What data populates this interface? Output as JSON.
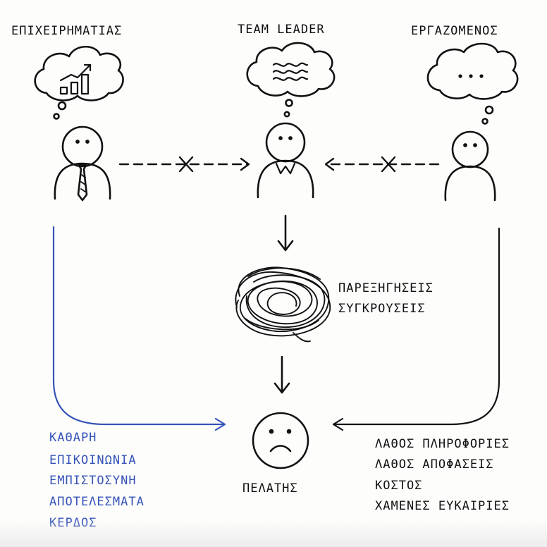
{
  "actors": {
    "entrepreneur": "ΕΠΙΧΕΙΡΗΜΑΤΙΑΣ",
    "team_leader": "TEAM LEADER",
    "employee": "ΕΡΓΑΖΟΜΕΝΟΣ"
  },
  "problem": {
    "line1": "ΠΑΡΕΞΗΓΗΣΕΙΣ",
    "line2": "ΣΥΓΚΡΟΥΣΕΙΣ"
  },
  "client": "ΠΕΛΑΤΗΣ",
  "good_path": {
    "color": "#3553b8",
    "items": [
      "ΚΑΘΑΡΗ",
      "ΕΠΙΚΟΙΝΩΝΙΑ",
      "ΕΜΠΙΣΤΟΣΥΝΗ",
      "ΑΠΟΤΕΛΕΣΜΑΤΑ",
      "ΚΕΡΔΟΣ"
    ]
  },
  "bad_path": {
    "items": [
      "ΛΑΘΟΣ ΠΛΗΡΟΦΟΡΙΕΣ",
      "ΛΑΘΟΣ ΑΠΟΦΑΣΕΙΣ",
      "ΚΟΣΤΟΣ",
      "ΧΑΜΕΝΕΣ ΕΥΚΑΙΡΙΕΣ"
    ]
  },
  "icons": {
    "entrepreneur_thought": "bar-chart-growth-icon",
    "team_leader_thought": "wavy-lines-icon",
    "employee_thought": "ellipsis-icon",
    "tangle": "tangled-scribble-icon",
    "client_face": "sad-face-icon"
  }
}
